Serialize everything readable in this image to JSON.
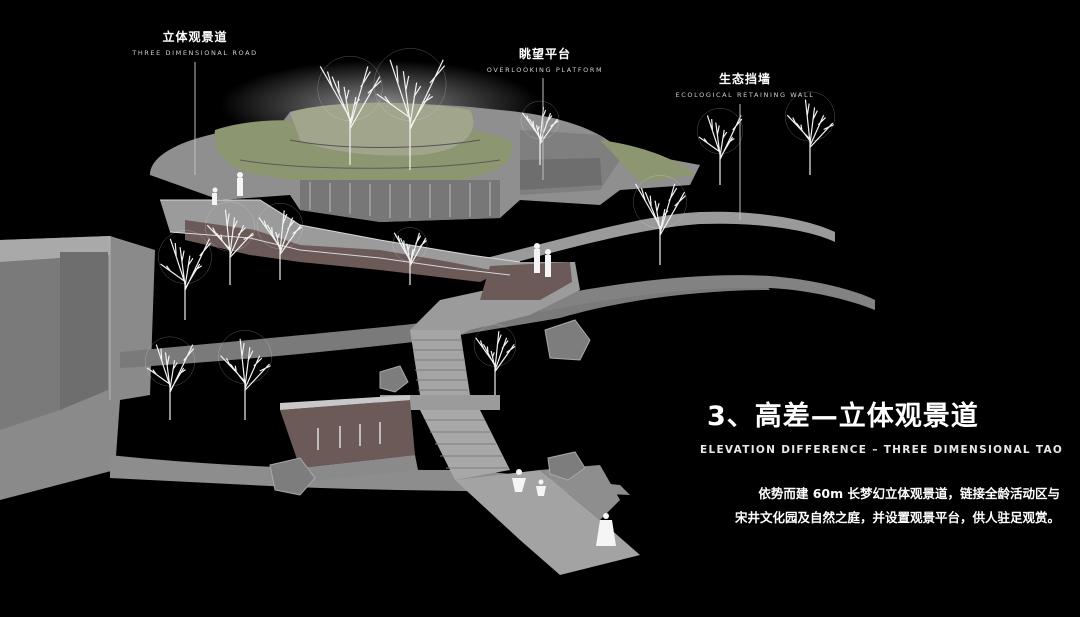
{
  "callouts": {
    "road": {
      "cn": "立体观景道",
      "en": "THREE DIMENSIONAL ROAD"
    },
    "platform": {
      "cn": "眺望平台",
      "en": "OVERLOOKING PLATFORM"
    },
    "wall": {
      "cn": "生态挡墙",
      "en": "ECOLOGICAL RETAINING WALL"
    }
  },
  "section": {
    "title": "3、高差—立体观景道",
    "subtitle": "ELEVATION DIFFERENCE – THREE DIMENSIONAL TAO",
    "description_line1": "依势而建 60m 长梦幻立体观景道，链接全龄活动区与",
    "description_line2": "宋井文化园及自然之庭，并设置观景平台，供人驻足观赏。"
  },
  "colors": {
    "background": "#000000",
    "structure": "#8f8f8f",
    "structure_dark": "#5e5e5e",
    "deck": "#6b5a58",
    "lawn": "#8c9670",
    "tree": "#f2f2f2"
  }
}
